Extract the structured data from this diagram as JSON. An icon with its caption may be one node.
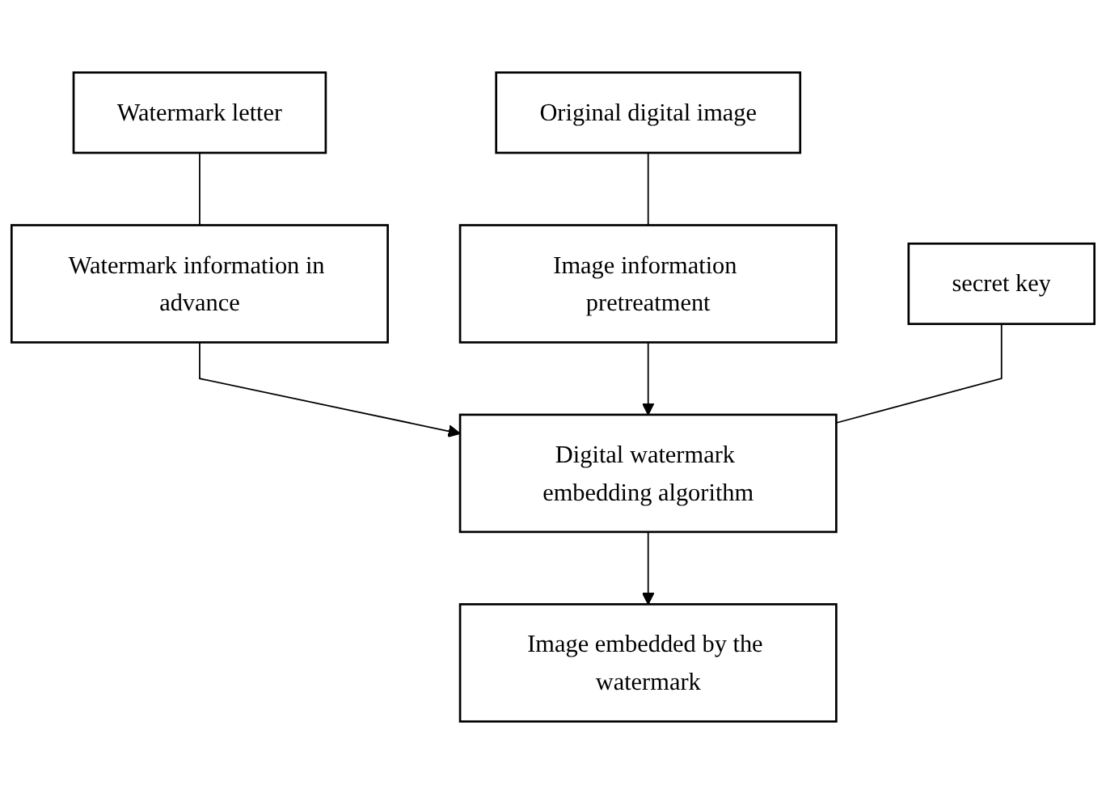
{
  "diagram": {
    "nodes": [
      {
        "text": [
          "Watermark letter"
        ]
      },
      {
        "text": [
          "Original digital image"
        ]
      },
      {
        "text": [
          "Watermark information in advance"
        ]
      },
      {
        "text": [
          "Image information pretreatment"
        ]
      },
      {
        "text": [
          "secret key"
        ]
      },
      {
        "text": [
          "Digital watermark embedding algorithm"
        ]
      },
      {
        "text": [
          "Image embedded by the watermark"
        ]
      }
    ],
    "edges": [
      {
        "from": 0,
        "to": 2,
        "arrow": "none"
      },
      {
        "from": 1,
        "to": 3,
        "arrow": "none"
      },
      {
        "from": 2,
        "to": 5,
        "arrow": "to"
      },
      {
        "from": 3,
        "to": 5,
        "arrow": "to"
      },
      {
        "from": 4,
        "to": 5,
        "arrow": "none"
      },
      {
        "from": 5,
        "to": 6,
        "arrow": "to"
      }
    ]
  }
}
